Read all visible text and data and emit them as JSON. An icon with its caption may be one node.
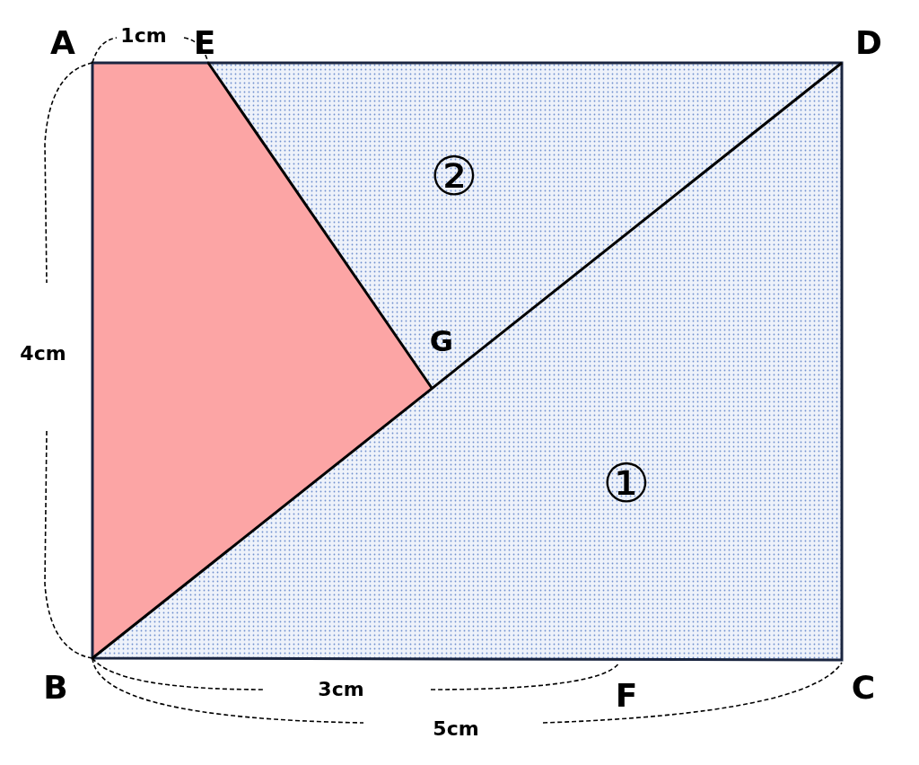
{
  "diagram": {
    "labels": [
      "A",
      "1cm",
      "E",
      "D",
      "②",
      "4cm",
      "G",
      "①",
      "B",
      "3cm",
      "F",
      "C",
      "5cm"
    ]
  }
}
